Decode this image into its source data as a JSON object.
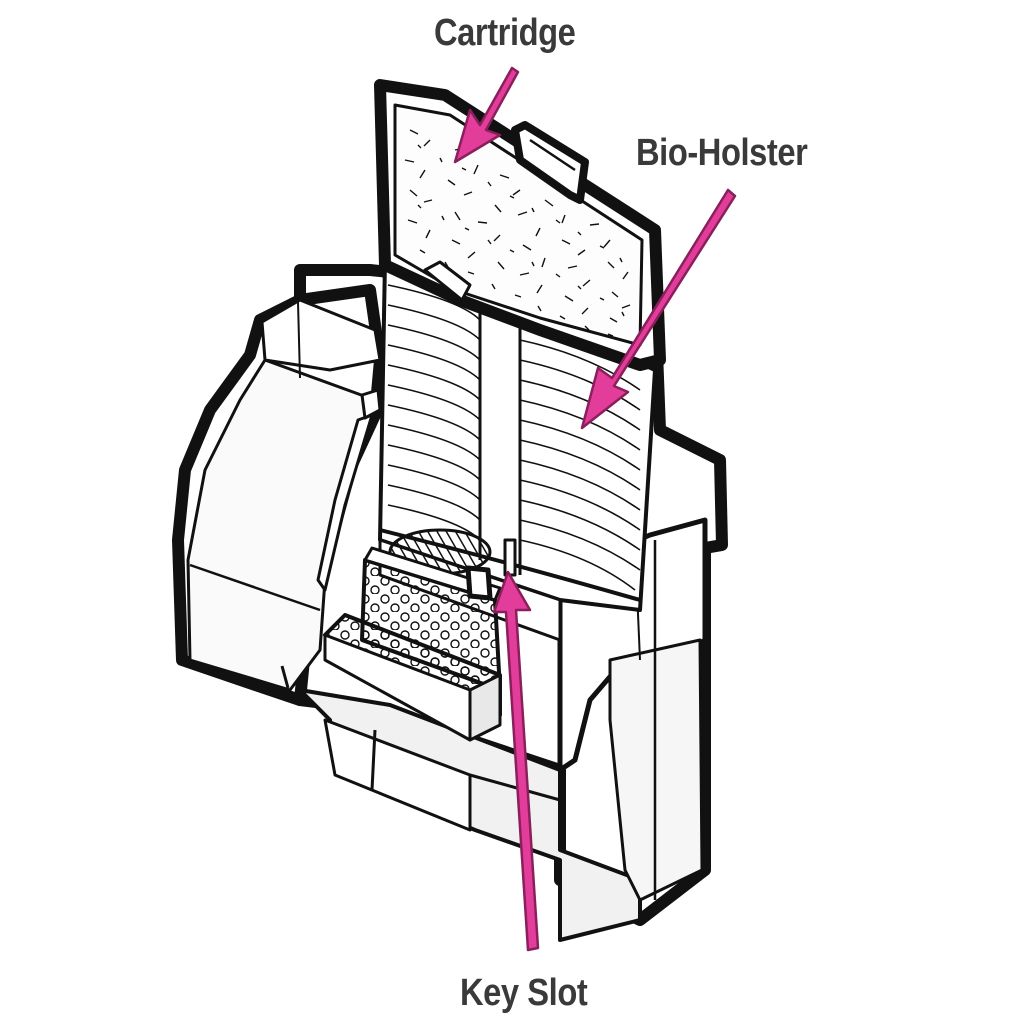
{
  "labels": {
    "cartridge": "Cartridge",
    "bio_holster": "Bio-Holster",
    "key_slot": "Key Slot"
  },
  "colors": {
    "arrow_fill": "#e33d9b",
    "arrow_outline": "#8a1f5c",
    "line": "#111111",
    "label_text": "#3a3a3a",
    "body_fill": "#ffffff",
    "shade": "#f1f1f1"
  }
}
